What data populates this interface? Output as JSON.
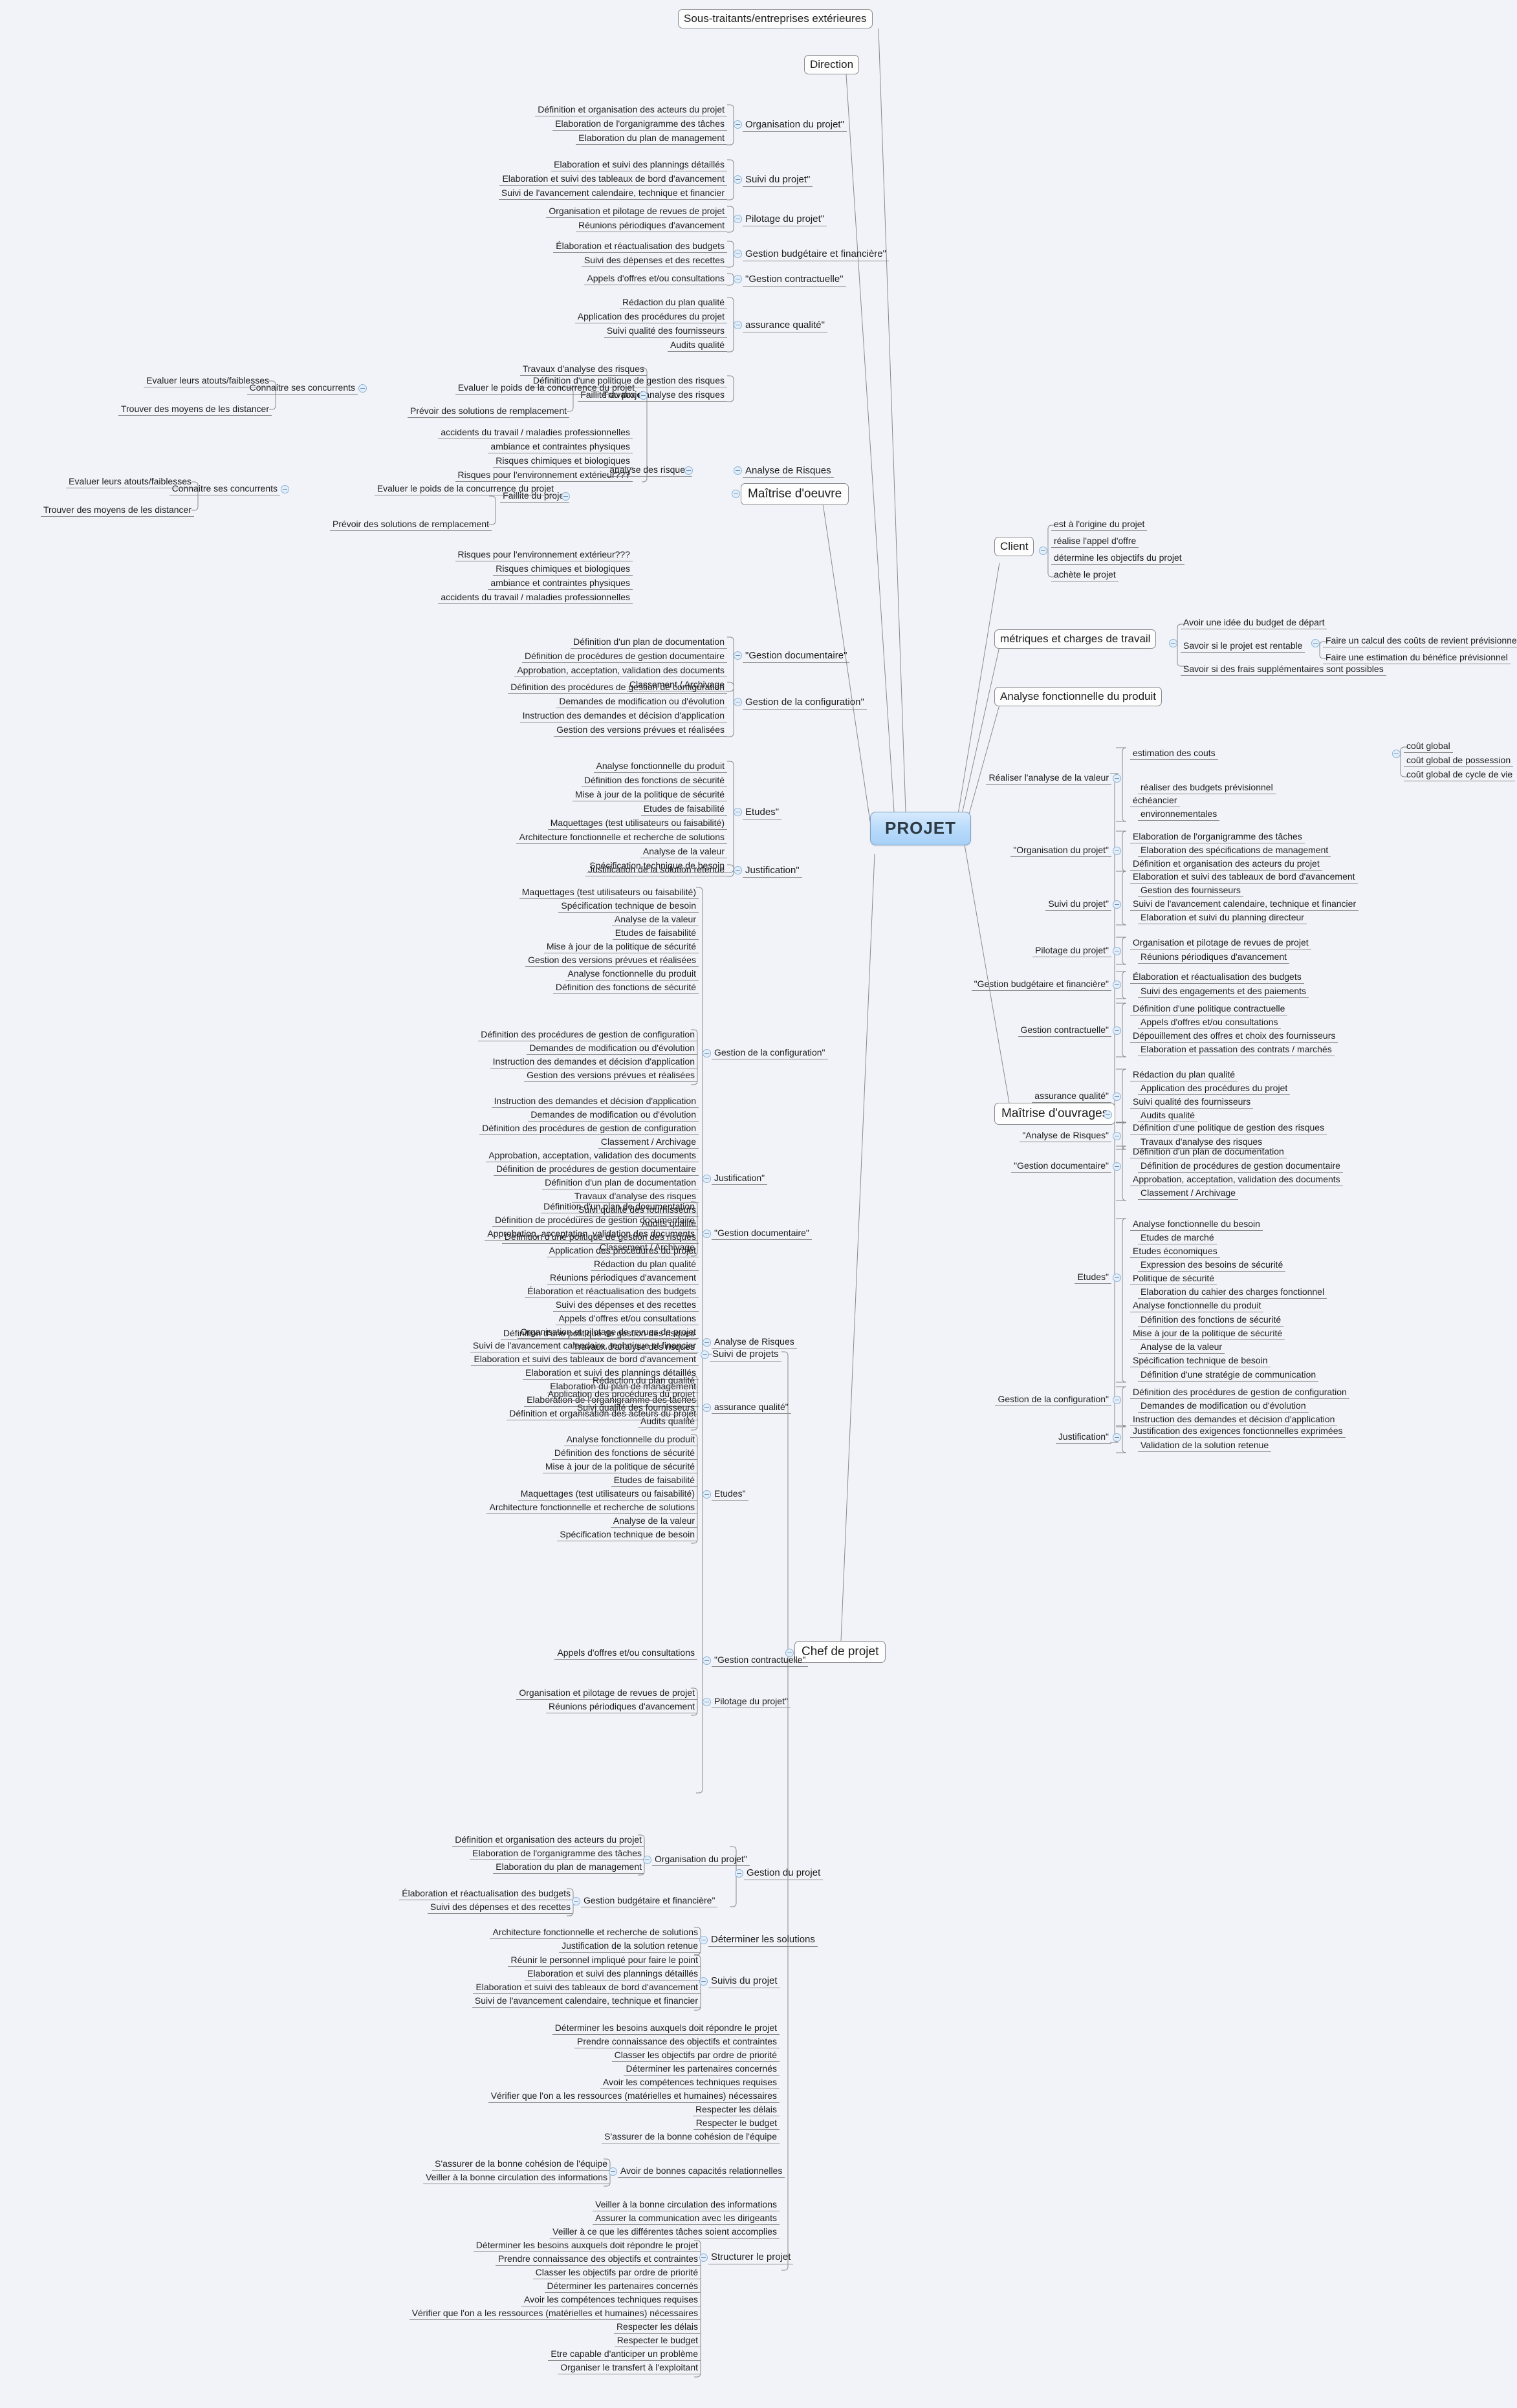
{
  "root": {
    "label": "PROJET",
    "color": "#a7d0f7"
  },
  "top_nodes": [
    {
      "label": "Sous-traitants/entreprises extérieures"
    },
    {
      "label": "Direction"
    }
  ],
  "branches": {
    "maitrise_oeuvre": {
      "label": "Maîtrise d'oeuvre",
      "groups": [
        {
          "label": "Organisation du projet\"",
          "items": [
            "Définition et organisation des acteurs du projet",
            "Elaboration de l'organigramme des tâches",
            "Elaboration du plan de management"
          ]
        },
        {
          "label": "Suivi du projet\"",
          "items": [
            "Elaboration et suivi des plannings détaillés",
            "Elaboration et suivi des tableaux de bord d'avancement",
            "Suivi de l'avancement calendaire, technique et financier"
          ]
        },
        {
          "label": "Pilotage du projet\"",
          "items": [
            "Organisation et pilotage de revues de projet",
            "Réunions périodiques d'avancement"
          ]
        },
        {
          "label": "Gestion budgétaire et financière\"",
          "items": [
            "Élaboration et réactualisation des budgets",
            "Suivi des dépenses et des recettes"
          ]
        },
        {
          "label": "\"Gestion contractuelle\"",
          "items": [
            "Appels d'offres et/ou consultations"
          ]
        },
        {
          "label": "assurance qualité\"",
          "items": [
            "Rédaction du plan qualité",
            "Application des procédures du projet",
            "Suivi qualité des fournisseurs",
            "Audits qualité"
          ]
        },
        {
          "label": "Analyse de Risques",
          "items": [
            "Définition d'une politique de gestion des risques",
            "Travaux d'analyse des risques"
          ]
        },
        {
          "label": "\"Gestion documentaire\"",
          "items": [
            "Définition d'un plan de documentation",
            "Définition de procédures de gestion documentaire",
            "Approbation, acceptation, validation des documents",
            "Classement / Archivage"
          ]
        },
        {
          "label": "Gestion de la configuration\"",
          "items": [
            "Définition des procédures de gestion de configuration",
            "Demandes de modification ou d'évolution",
            "Instruction des demandes et décision d'application",
            "Gestion des versions prévues et réalisées"
          ]
        },
        {
          "label": "Etudes\"",
          "items": [
            "Analyse fonctionnelle du produit",
            "Définition des fonctions de sécurité",
            "Mise à jour de la politique de sécurité",
            "Etudes de faisabilité",
            "Maquettages (test utilisateurs ou faisabilité)",
            "Architecture fonctionnelle et recherche de solutions",
            "Analyse de la valeur",
            "Spécification technique de besoin"
          ]
        },
        {
          "label": "Justification\"",
          "items": [
            "Justification de la solution retenue"
          ]
        }
      ],
      "risk_sub": {
        "analyse_risques_label": "analyse des risques",
        "faillite_label": "Faillite du projet",
        "concurrence_label": "Evaluer le poids de la concurrence du projet",
        "concurrents_label": "Connaitre ses concurrents",
        "concurrents_items": [
          "Evaluer leurs atouts/faiblesses",
          "Trouver des moyens de les distancer"
        ],
        "faillite_items": [
          "Prévoir des solutions de remplacement"
        ],
        "risk_items": [
          "accidents du travail / maladies professionnelles",
          "ambiance et contraintes physiques",
          "Risques chimiques et biologiques",
          "Risques pour l'environnement extérieur???"
        ]
      }
    },
    "client": {
      "label": "Client",
      "items": [
        "est à l'origine du projet",
        "réalise l'appel d'offre",
        "détermine les objectifs du projet",
        "achète le projet"
      ]
    },
    "metriques": {
      "label": "métriques et charges de travail",
      "items": [
        "Avoir une idée du budget de départ",
        "Savoir si le projet est rentable",
        "Savoir si des frais supplémentaires sont possibles"
      ],
      "rentable_sub": [
        "Faire un calcul des coûts de revient prévisionnels",
        "Faire une estimation du bénéfice prévisionnel"
      ]
    },
    "analyse_fonctionnelle": {
      "label": "Analyse fonctionnelle du produit"
    },
    "maitrise_ouvrages": {
      "label": "Maîtrise d'ouvrages",
      "groups": [
        {
          "label": "Réaliser l'analyse de la valeur",
          "items": [
            "estimation des couts",
            "réaliser des budgets prévisionnel",
            "échéancier",
            "environnementales"
          ],
          "sub": {
            "parent": "estimation des couts",
            "items": [
              "coût global",
              "coût global de possession",
              "coût global de cycle de vie"
            ]
          }
        },
        {
          "label": "\"Organisation du projet\"",
          "items": [
            "Elaboration de l'organigramme des tâches",
            "Elaboration des spécifications de management",
            "Définition et organisation des acteurs du projet"
          ]
        },
        {
          "label": "Suivi du projet\"",
          "items": [
            "Elaboration et suivi des tableaux de bord d'avancement",
            "Gestion des fournisseurs",
            "Suivi de l'avancement calendaire, technique et financier",
            "Elaboration et suivi du planning directeur"
          ]
        },
        {
          "label": "Pilotage du projet\"",
          "items": [
            "Organisation et pilotage de revues de projet",
            "Réunions périodiques d'avancement"
          ]
        },
        {
          "label": "\"Gestion budgétaire et financière\"",
          "items": [
            "Élaboration et réactualisation des budgets",
            "Suivi des engagements et des paiements"
          ]
        },
        {
          "label": "Gestion contractuelle\"",
          "items": [
            "Définition d'une politique contractuelle",
            "Appels d'offres et/ou consultations",
            "Dépouillement des offres et choix des fournisseurs",
            "Elaboration et passation des contrats / marchés"
          ]
        },
        {
          "label": "assurance qualité\"",
          "items": [
            "Rédaction du plan qualité",
            "Application des procédures du projet",
            "Suivi qualité des fournisseurs",
            "Audits qualité"
          ]
        },
        {
          "label": "\"Analyse de Risques\"",
          "items": [
            "Définition d'une politique de gestion des risques",
            "Travaux d'analyse des risques"
          ]
        },
        {
          "label": "\"Gestion documentaire\"",
          "items": [
            "Définition d'un plan de documentation",
            "Définition de procédures de gestion documentaire",
            "Approbation, acceptation, validation des documents",
            "Classement / Archivage"
          ]
        },
        {
          "label": "Etudes\"",
          "items": [
            "Analyse fonctionnelle du besoin",
            "Etudes de marché",
            "Etudes économiques",
            "Expression des besoins de sécurité",
            "Politique de sécurité",
            "Elaboration du cahier des charges fonctionnel",
            "Analyse fonctionnelle du produit",
            "Définition des fonctions de sécurité",
            "Mise à jour de la politique de sécurité",
            "Analyse de la valeur",
            "Spécification technique de besoin",
            "Définition d'une stratégie de communication"
          ]
        },
        {
          "label": "Gestion de la configuration\"",
          "items": [
            "Définition des procédures de gestion de configuration",
            "Demandes de modification ou d'évolution",
            "Instruction des demandes et décision d'application"
          ]
        },
        {
          "label": "Justification\"",
          "items": [
            "Justification des exigences fonctionnelles exprimées",
            "Validation de la solution retenue"
          ]
        }
      ]
    },
    "chef_de_projet": {
      "label": "Chef de projet",
      "suivi_de_projets": {
        "label": "Suivi de projets",
        "loose_top": [
          "Maquettages (test utilisateurs ou faisabilité)",
          "Spécification technique de besoin",
          "Analyse de la valeur",
          "Etudes de faisabilité",
          "Mise à jour de la politique de sécurité",
          "Gestion des versions prévues et réalisées",
          "Analyse fonctionnelle du produit",
          "Définition des fonctions de sécurité"
        ],
        "groups": [
          {
            "label": "Gestion de la configuration\"",
            "items": [
              "Définition des procédures de gestion de configuration",
              "Demandes de modification ou d'évolution",
              "Instruction des demandes et décision d'application",
              "Gestion des versions prévues et réalisées"
            ]
          },
          {
            "label": "Justification\"",
            "items": [
              "Justification de la solution retenue"
            ]
          },
          {
            "label": "\"Gestion documentaire\"",
            "items": [
              "Définition d'un plan de documentation",
              "Définition de procédures de gestion documentaire",
              "Approbation, acceptation, validation des documents",
              "Classement / Archivage"
            ]
          },
          {
            "label": "Analyse de Risques",
            "items": [
              "Définition d'une politique de gestion des risques",
              "Travaux d'analyse des risques"
            ]
          },
          {
            "label": "assurance qualité\"",
            "items": [
              "Rédaction du plan qualité",
              "Application des procédures du projet",
              "Suivi qualité des fournisseurs",
              "Audits qualité"
            ]
          },
          {
            "label": "Etudes\"",
            "items": [
              "Analyse fonctionnelle du produit",
              "Définition des fonctions de sécurité",
              "Mise à jour de la politique de sécurité",
              "Etudes de faisabilité",
              "Maquettages (test utilisateurs ou faisabilité)",
              "Architecture fonctionnelle et recherche de solutions",
              "Analyse de la valeur",
              "Spécification technique de besoin"
            ]
          },
          {
            "label": "\"Gestion contractuelle\"",
            "items": [
              "Appels d'offres et/ou consultations"
            ]
          },
          {
            "label": "Pilotage du projet\"",
            "items": [
              "Organisation et pilotage de revues de projet",
              "Réunions périodiques d'avancement"
            ]
          }
        ],
        "loose_mid": [
          "Instruction des demandes et décision d'application",
          "Demandes de modification ou d'évolution",
          "Définition des procédures de gestion de configuration",
          "Classement / Archivage",
          "Approbation, acceptation, validation des documents",
          "Définition de procédures de gestion documentaire",
          "Définition d'un plan de documentation",
          "Travaux d'analyse des risques",
          "Suivi qualité des fournisseurs",
          "Audits qualité",
          "Définition d'une politique de gestion des risques",
          "Application des procédures du projet",
          "Rédaction du plan qualité",
          "Réunions périodiques d'avancement",
          "Élaboration et réactualisation des budgets",
          "Suivi des dépenses et des recettes",
          "Appels d'offres et/ou consultations",
          "Organisation et pilotage de revues de projet",
          "Suivi de l'avancement calendaire, technique et financier",
          "Elaboration et suivi des tableaux de bord d'avancement",
          "Elaboration et suivi des plannings détaillés",
          "Elaboration du plan de management",
          "Elaboration de l'organigramme des tâches",
          "Définition et organisation des acteurs du projet"
        ]
      },
      "gestion_du_projet": {
        "label": "Gestion du projet",
        "groups": [
          {
            "label": "Organisation du projet\"",
            "items": [
              "Définition et organisation des acteurs du projet",
              "Elaboration de l'organigramme des tâches",
              "Elaboration du plan de management"
            ]
          },
          {
            "label": "Gestion budgétaire et financière\"",
            "items": [
              "Élaboration et réactualisation des budgets",
              "Suivi des dépenses et des recettes"
            ]
          }
        ]
      },
      "determiner_les_solutions": {
        "label": "Déterminer les solutions",
        "items": [
          "Architecture fonctionnelle et recherche de solutions",
          "Justification de la solution retenue"
        ]
      },
      "suivis_du_projet": {
        "label": "Suivis du projet",
        "items": [
          "Réunir le personnel impliqué pour faire le point",
          "Elaboration et suivi des plannings détaillés",
          "Elaboration et suivi des tableaux de bord d'avancement",
          "Suivi de l'avancement calendaire, technique et financier"
        ]
      },
      "relationnelles": {
        "label": "Avoir de bonnes capacités relationnelles",
        "items": [
          "S'assurer de la bonne cohésion de l'équipe",
          "Veiller à la bonne circulation des informations"
        ]
      },
      "loose_before_relations": [
        "Déterminer les besoins  auxquels doit répondre le projet",
        "Prendre connaissance des objectifs et contraintes",
        "Classer les objectifs par ordre de priorité",
        "Déterminer les partenaires concernés",
        "Avoir les compétences techniques requises",
        "Vérifier que l'on a les ressources (matérielles et humaines) nécessaires",
        "Respecter les délais",
        "Respecter le budget",
        "S'assurer de la bonne cohésion de l'équipe"
      ],
      "loose_after_relations": [
        "Veiller à la bonne circulation des informations",
        "Assurer la communication avec les dirigeants",
        "Veiller à ce que les différentes tâches soient accomplies"
      ],
      "structurer_le_projet": {
        "label": "Structurer le projet",
        "items": [
          "Déterminer les besoins  auxquels doit répondre le projet",
          "Prendre connaissance des objectifs et contraintes",
          "Classer les objectifs par ordre de priorité",
          "Déterminer les partenaires concernés",
          "Avoir les compétences techniques requises",
          "Vérifier que l'on a les ressources (matérielles et humaines) nécessaires",
          "Respecter les délais",
          "Respecter le budget",
          "Etre capable d'anticiper un problème",
          "Organiser le transfert à l'exploitant"
        ]
      }
    }
  }
}
